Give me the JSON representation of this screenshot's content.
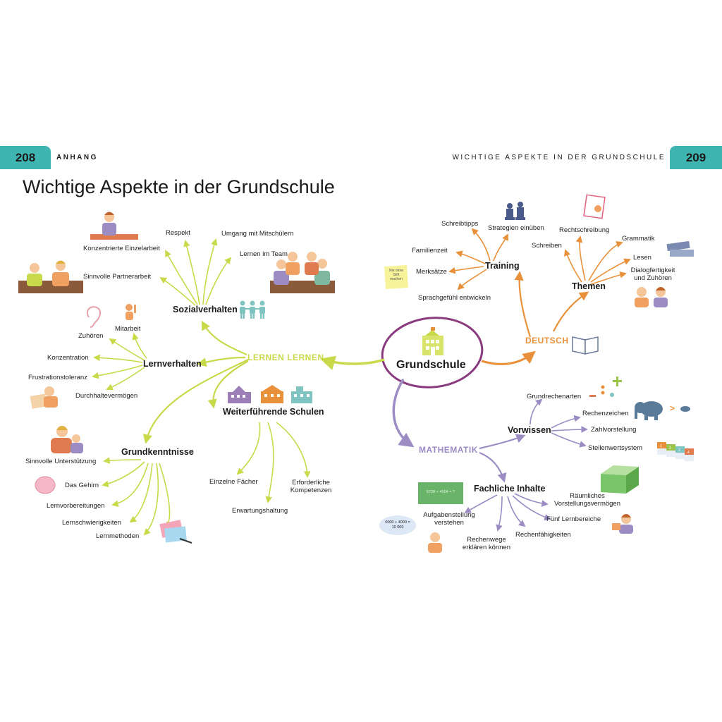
{
  "header": {
    "left_page": "208",
    "left_label": "ANHANG",
    "right_label": "WICHTIGE ASPEKTE IN DER GRUNDSCHULE",
    "right_page": "209"
  },
  "title": "Wichtige Aspekte in der Grundschule",
  "center": "Grundschule",
  "branches": {
    "lernen": "LERNEN LERNEN",
    "deutsch": "DEUTSCH",
    "mathematik": "MATHEMATIK"
  },
  "hubs": {
    "sozialverhalten": "Sozialverhalten",
    "lernverhalten": "Lernverhalten",
    "grundkenntnisse": "Grundkenntnisse",
    "weiterfuehrende": "Weiterführende Schulen",
    "training": "Training",
    "themen": "Themen",
    "vorwissen": "Vorwissen",
    "fachliche": "Fachliche Inhalte"
  },
  "leaves": {
    "sozial": [
      "Konzentrierte Einzelarbeit",
      "Respekt",
      "Umgang mit Mitschülern",
      "Lernen im Team",
      "Sinnvolle Partnerarbeit"
    ],
    "lernverhalten": [
      "Zuhören",
      "Mitarbeit",
      "Konzentration",
      "Frustrationstoleranz",
      "Durchhaltevermögen"
    ],
    "grund": [
      "Sinnvolle Unterstützung",
      "Das Gehirn",
      "Lernvorbereitungen",
      "Lernschwierigkeiten",
      "Lernmethoden"
    ],
    "weiter": [
      "Einzelne Fächer",
      "Erwartungshaltung",
      "Erforderliche",
      "Kompetenzen"
    ],
    "training": [
      "Schreibtipps",
      "Strategien einüben",
      "Familienzeit",
      "Merksätze",
      "Sprachgefühl entwickeln"
    ],
    "themen": [
      "Rechtschreibung",
      "Grammatik",
      "Schreiben",
      "Lesen",
      "Dialogfertigkeit",
      "und Zuhören"
    ],
    "vorwissen": [
      "Grundrechenarten",
      "Rechenzeichen",
      "Zahlvorstellung",
      "Stellenwertsystem"
    ],
    "fachlich": [
      "Aufgabenstellung",
      "verstehen",
      "Räumliches",
      "Vorstellungsvermögen",
      "Fünf Lernbereiche",
      "Rechenfähigkeiten",
      "Rechenwege",
      "erklären können"
    ]
  },
  "illustrations": {
    "note": [
      "Nie ohne",
      "Stift",
      "machen"
    ],
    "chalkboard": "5728 + 4104 = ?",
    "bubble": [
      "6000 + 4000 =",
      "10 000"
    ],
    "place_values": [
      "1",
      "2",
      "3",
      "4"
    ],
    "gt_sign": ">"
  },
  "colors": {
    "teal": "#3fb5b2",
    "green": "#c8d94a",
    "orange": "#e9913a",
    "purple": "#9b8cc4",
    "center_ring": "#8a3a7e"
  },
  "icons": [
    "children-holding-hands-icon",
    "school-buildings-icon",
    "school-building-icon",
    "open-book-icon",
    "chess-pieces-icon",
    "hand-writing-icon",
    "books-stack-icon",
    "ear-icon",
    "brain-icon",
    "elephant-icon",
    "mouse-icon",
    "math-operators-icon",
    "cube-icon",
    "flashcards-icon"
  ]
}
